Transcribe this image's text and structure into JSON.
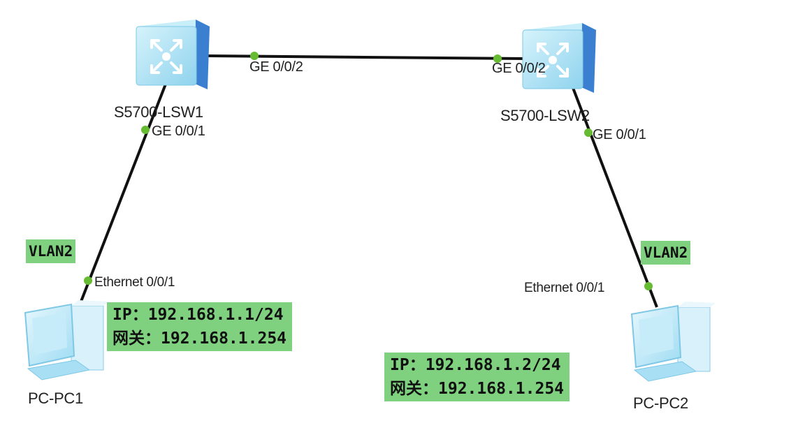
{
  "devices": {
    "lsw1": {
      "name": "S5700-LSW1",
      "port_up": "GE 0/0/2",
      "port_down": "GE 0/0/1"
    },
    "lsw2": {
      "name": "S5700-LSW2",
      "port_up": "GE 0/0/2",
      "port_down": "GE 0/0/1"
    },
    "pc1": {
      "name": "PC-PC1",
      "port": "Ethernet 0/0/1",
      "vlan": "VLAN2",
      "ip_label": "IP：",
      "ip": "192.168.1.1/24",
      "gw_label": "网关：",
      "gw": "192.168.1.254"
    },
    "pc2": {
      "name": "PC-PC2",
      "port": "Ethernet 0/0/1",
      "vlan": "VLAN2",
      "ip_label": "IP：",
      "ip": "192.168.1.2/24",
      "gw_label": "网关：",
      "gw": "192.168.1.254"
    }
  },
  "colors": {
    "link": "#111111",
    "port_dot": "#66bb33",
    "label_bg": "#7fd07f",
    "switch_front": "#aee4f5",
    "switch_side": "#3a7fd0",
    "pc_body": "#b9e6f8"
  },
  "icons": {
    "switch": "switch-icon",
    "pc": "pc-icon"
  }
}
